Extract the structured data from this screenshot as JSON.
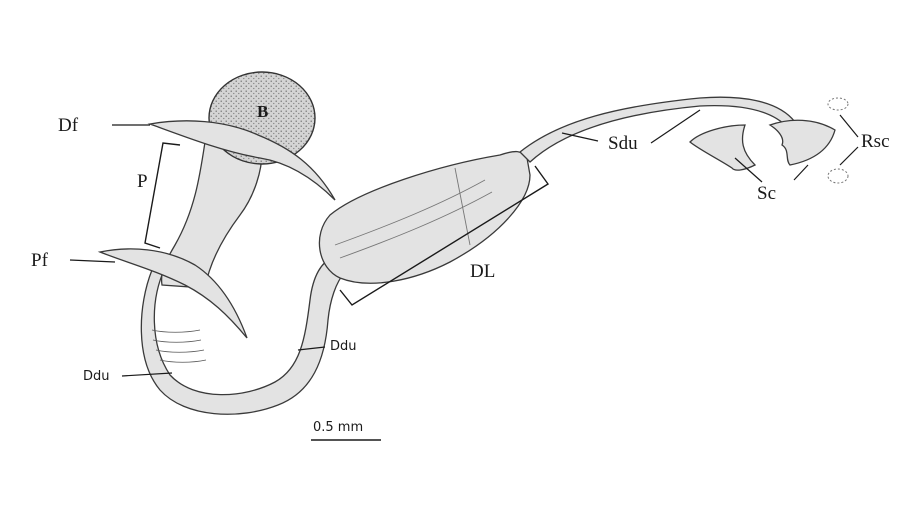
{
  "figure": {
    "labels": {
      "df": "Df",
      "b": "B",
      "p": "P",
      "pf": "Pf",
      "ddu_lower": "Ddu",
      "ddu_upper": "Ddu",
      "dl": "DL",
      "sdu": "Sdu",
      "sc": "Sc",
      "rsc": "Rsc"
    },
    "scale_bar": {
      "label": "0.5 mm"
    },
    "colors": {
      "tissue": "#e3e3e3",
      "outline": "#3a3a3a",
      "ink": "#1a1a1a"
    }
  }
}
